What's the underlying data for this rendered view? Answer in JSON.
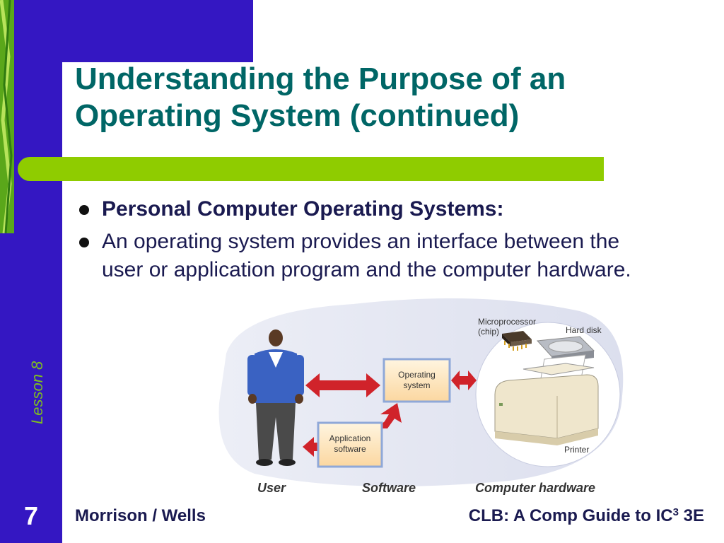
{
  "slide": {
    "title_line1": "Understanding the Purpose of an",
    "title_line2": "Operating System (continued)",
    "bullets": [
      "Personal Computer Operating Systems:",
      "An operating system provides an interface between the user or application program and the computer hardware."
    ],
    "side_label": "Lesson 8",
    "slide_number": "7"
  },
  "footer": {
    "left": "Morrison / Wells",
    "right_prefix": "CLB: A Comp Guide to IC",
    "right_sup": "3",
    "right_suffix": " 3E"
  },
  "diagram": {
    "os_box_line1": "Operating",
    "os_box_line2": "system",
    "app_box_line1": "Application",
    "app_box_line2": "software",
    "microprocessor_line1": "Microprocessor",
    "microprocessor_line2": "(chip)",
    "hard_disk": "Hard disk",
    "printer": "Printer",
    "caption_user": "User",
    "caption_software": "Software",
    "caption_hardware": "Computer hardware"
  },
  "colors": {
    "sidebar": "#3417c2",
    "accent_green": "#8fcc00",
    "title": "#006666",
    "arrow_red": "#d0232a"
  }
}
